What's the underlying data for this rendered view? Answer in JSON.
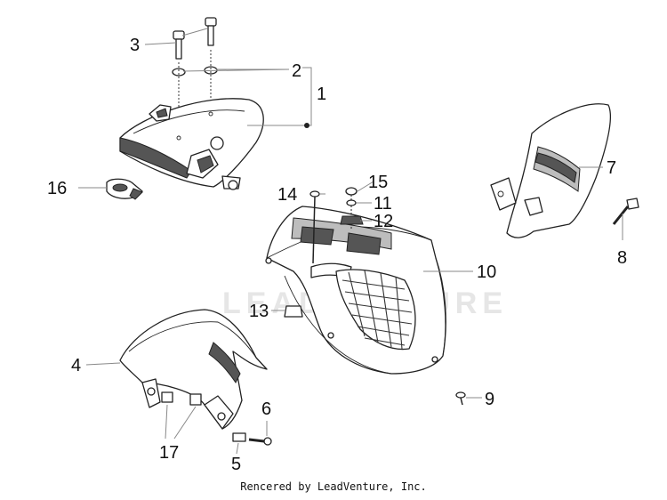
{
  "watermark": "LEADVENTURE",
  "credit": "Rencered by LeadVenture, Inc.",
  "callouts": [
    "1",
    "2",
    "3",
    "4",
    "5",
    "6",
    "7",
    "8",
    "9",
    "10",
    "11",
    "12",
    "13",
    "14",
    "15",
    "16",
    "17"
  ]
}
